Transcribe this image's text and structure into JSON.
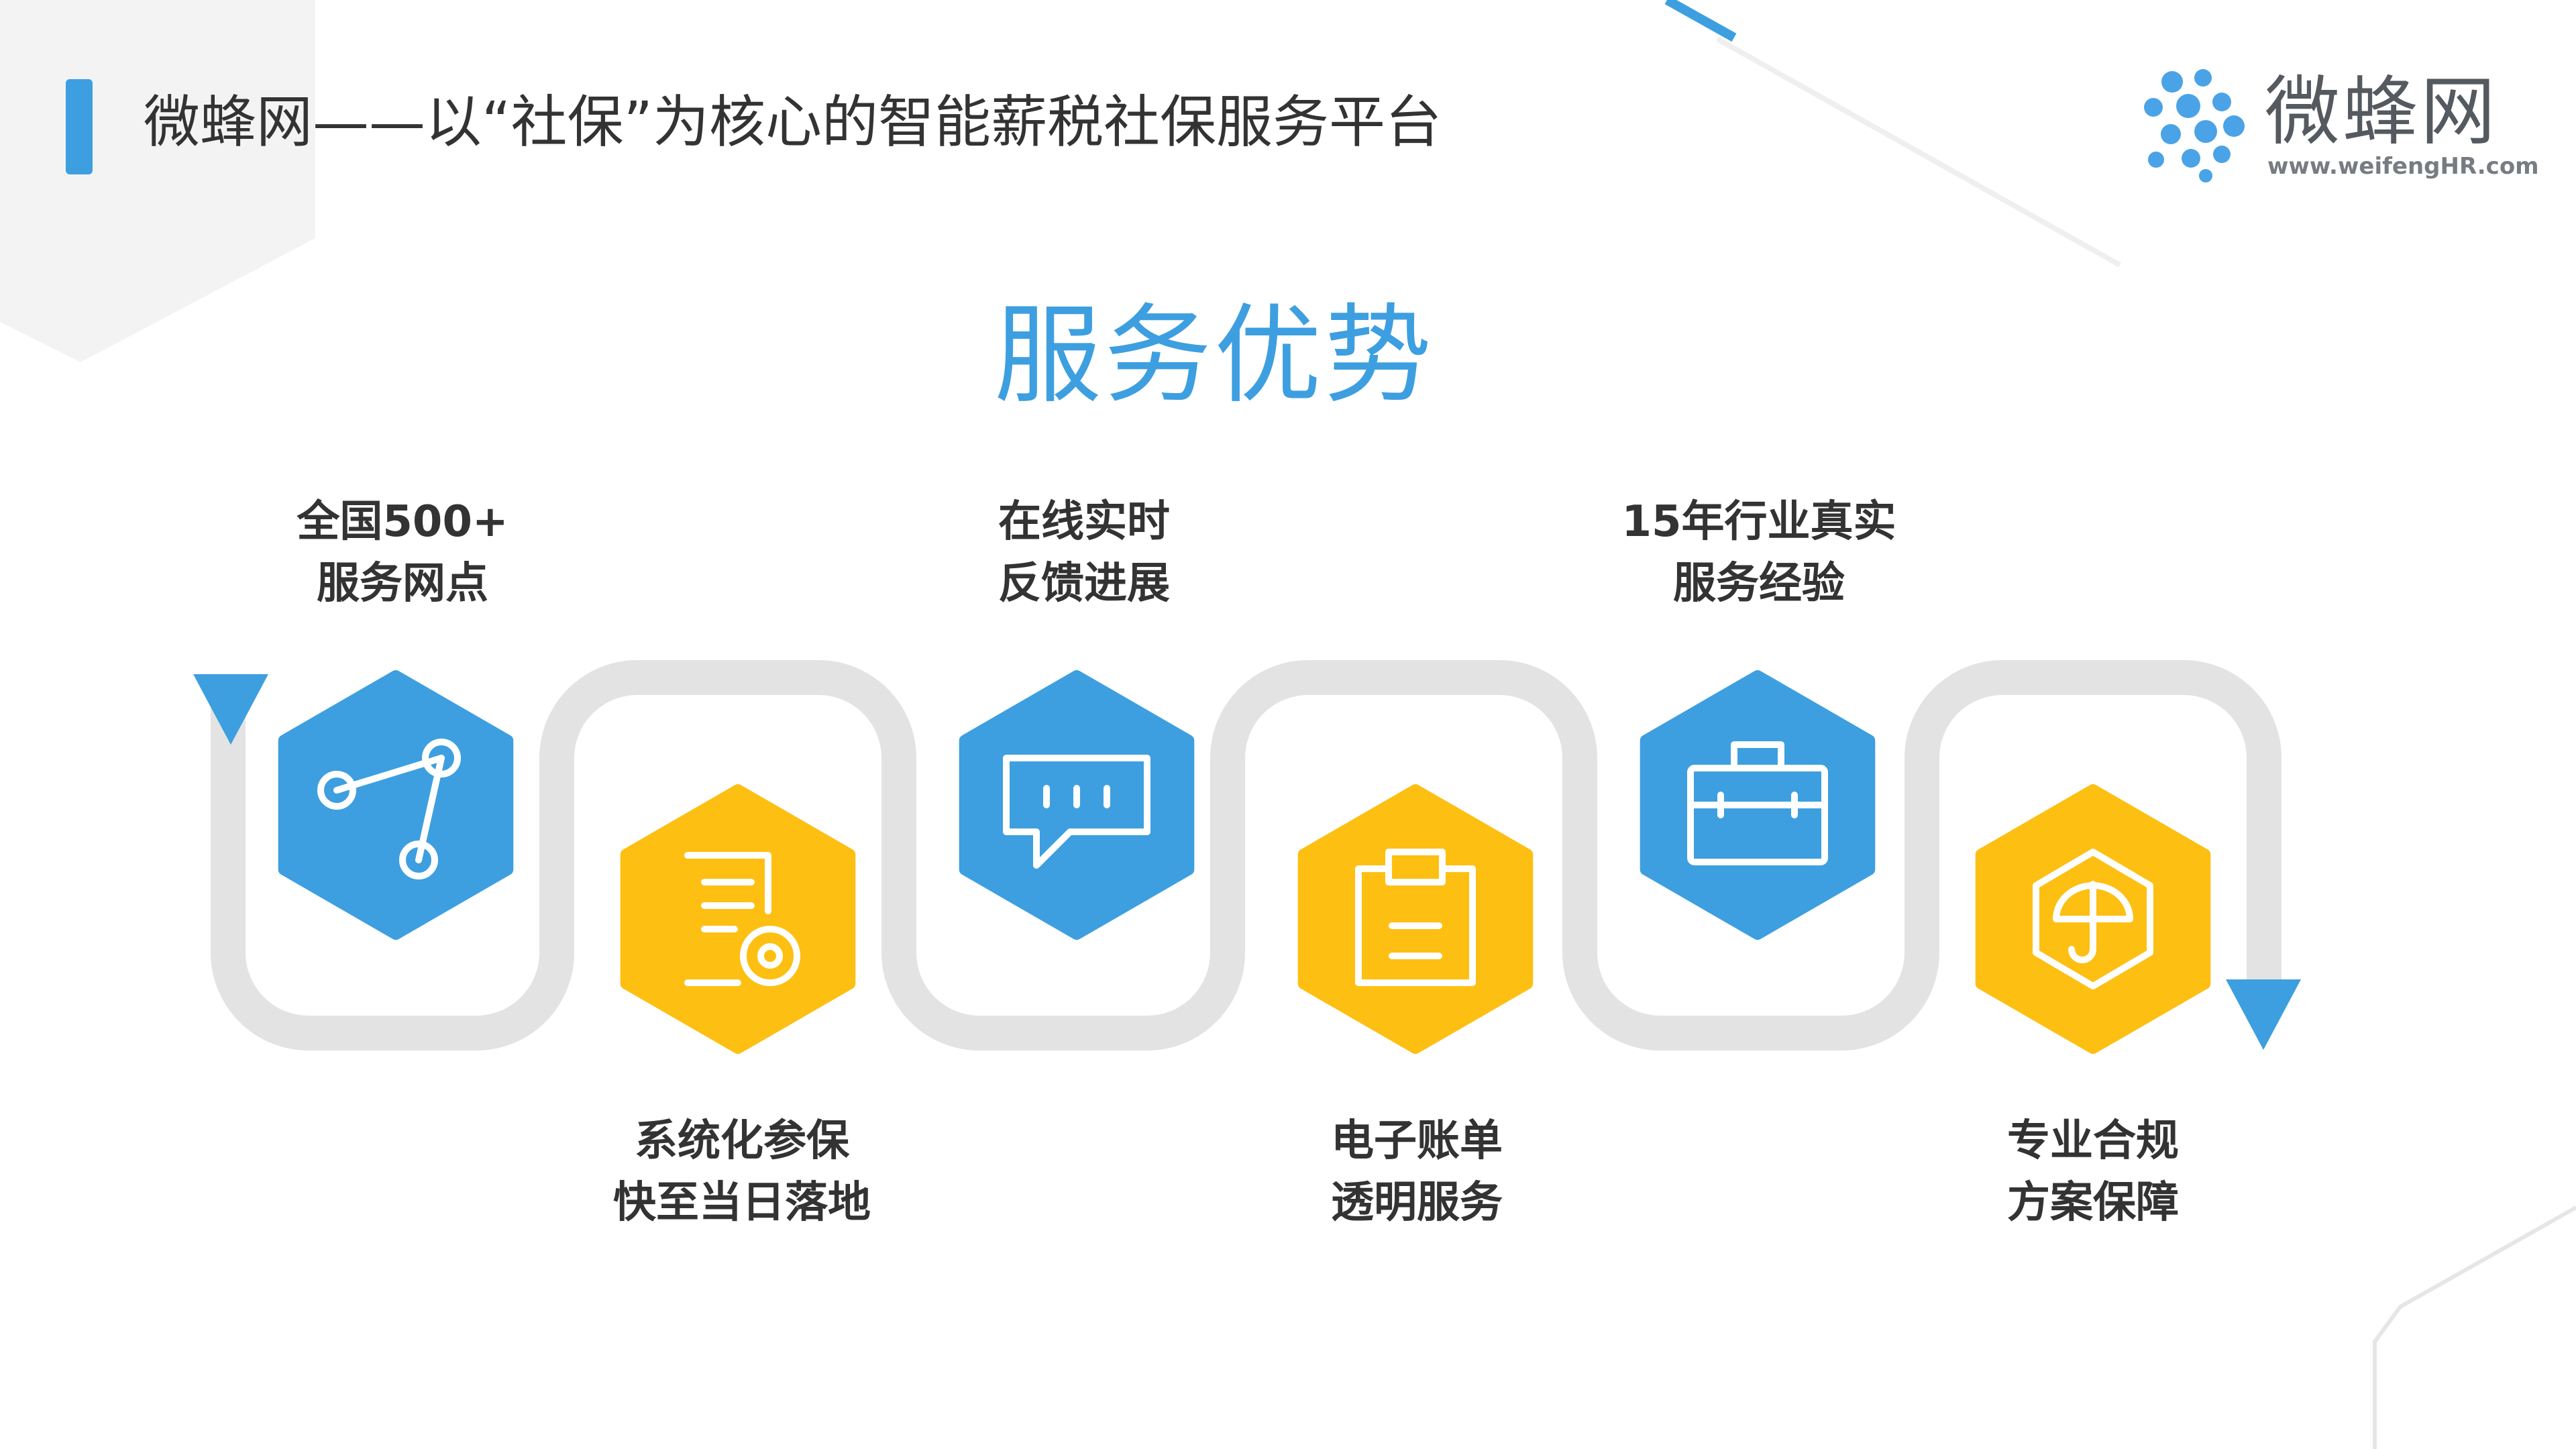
{
  "header": {
    "title": "微蜂网——以“社保”为核心的智能薪税社保服务平台"
  },
  "logo": {
    "name": "微蜂网",
    "url": "www.weifengHR.com",
    "icon": "hexagon-dot-network-logo"
  },
  "section_title": "服务优势",
  "colors": {
    "accent_blue": "#3d9fe0",
    "accent_yellow": "#fdbf12",
    "track_gray": "#e3e3e3",
    "text_dark": "#333333"
  },
  "features": [
    {
      "line1": "全国500+",
      "line2": "服务网点",
      "color": "blue",
      "icon": "network-nodes-icon"
    },
    {
      "line1": "系统化参保",
      "line2": "快至当日落地",
      "color": "yellow",
      "icon": "document-settings-icon"
    },
    {
      "line1": "在线实时",
      "line2": "反馈进展",
      "color": "blue",
      "icon": "chat-bubble-icon"
    },
    {
      "line1": "电子账单",
      "line2": "透明服务",
      "color": "yellow",
      "icon": "clipboard-icon"
    },
    {
      "line1": "15年行业真实",
      "line2": "服务经验",
      "color": "blue",
      "icon": "briefcase-icon"
    },
    {
      "line1": "专业合规",
      "line2": "方案保障",
      "color": "yellow",
      "icon": "umbrella-shield-icon"
    }
  ]
}
